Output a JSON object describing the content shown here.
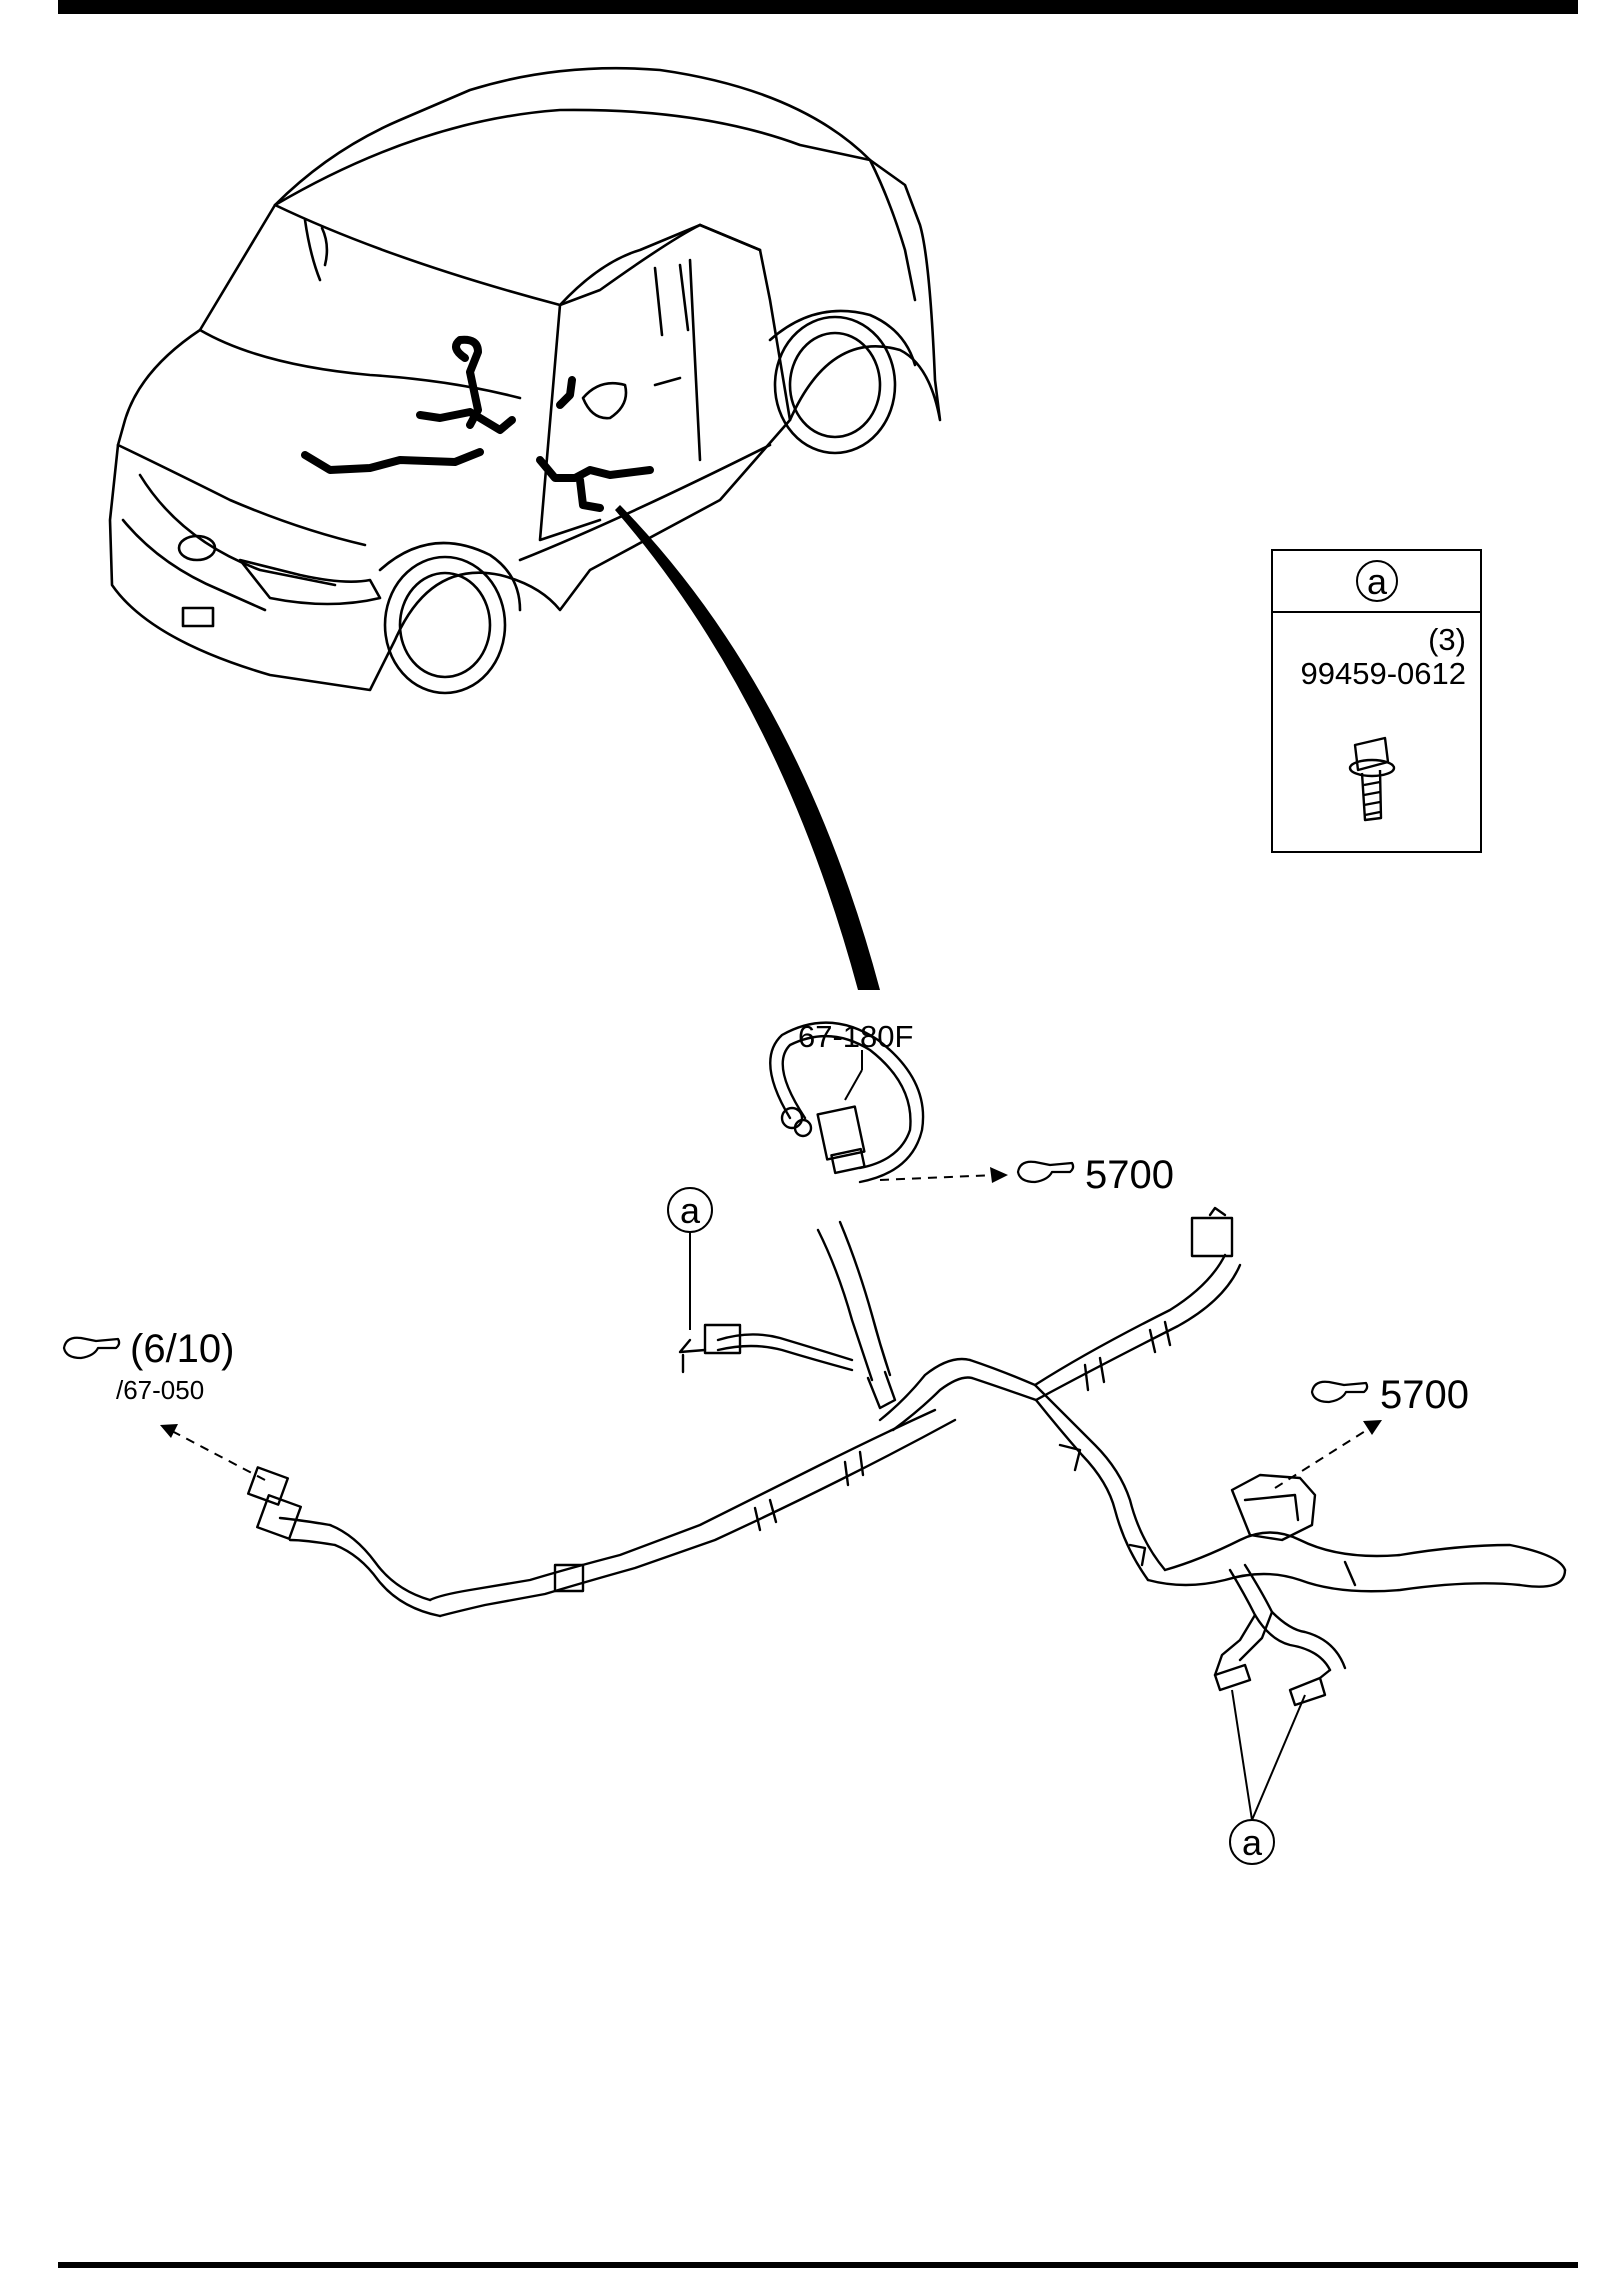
{
  "callouts": {
    "letter_a": "a",
    "part_67_180f": "67-180F",
    "ref_5700": "5700",
    "ref_6_10": "(6/10)",
    "ref_67_050": "/67-050"
  },
  "legend": {
    "letter": "a",
    "qty": "(3)",
    "part_no": "99459-0612",
    "icon": "bolt-icon"
  },
  "icons": {
    "pointer": "pointing-hand-icon",
    "vehicle": "suv-outline-icon",
    "harness": "wiring-harness-icon"
  }
}
